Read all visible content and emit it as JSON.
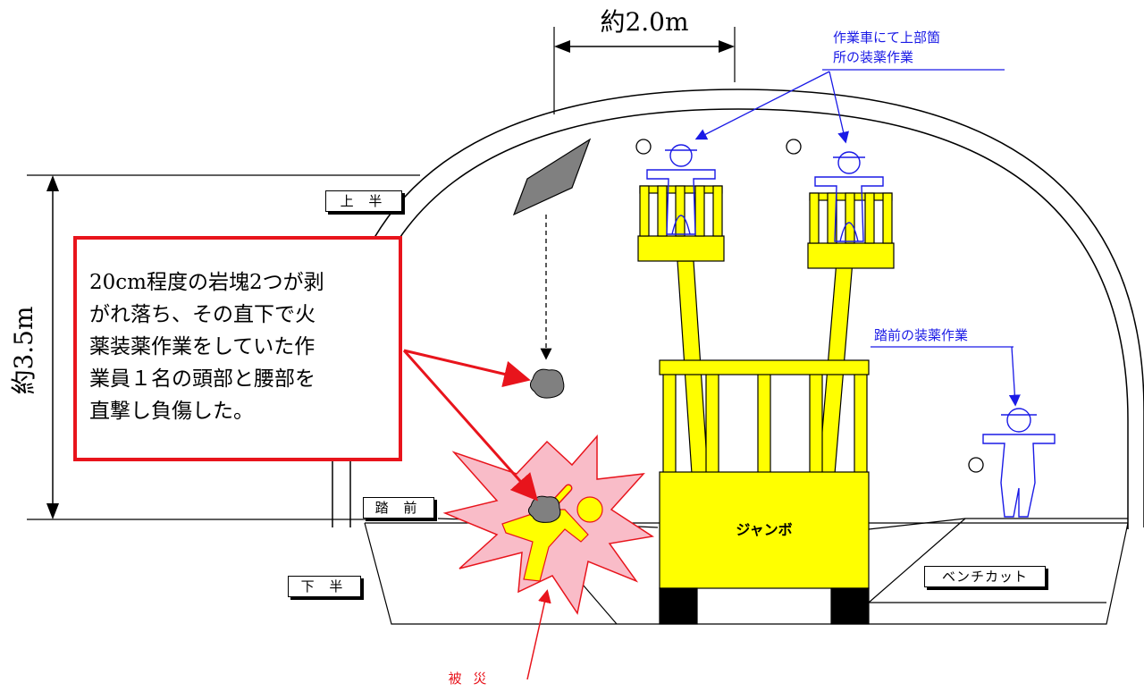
{
  "dimensions": {
    "width_label": "約2.0m",
    "height_label": "約3.5m"
  },
  "sections": {
    "upper": "上 半",
    "bench": "踏 前",
    "lower": "下 半"
  },
  "machine": {
    "name": "ジャンボ"
  },
  "bench_cut": "ベンチカット",
  "notes": {
    "upper_work": [
      "作業車にて上部箇",
      "所の装薬作業"
    ],
    "bench_work": "踏前の装薬作業",
    "incident": "被 災"
  },
  "callout": {
    "lines": [
      "20cm程度の岩塊2つが剥",
      "がれ落ち、その直下で火",
      "薬装薬作業をしていた作",
      "業員１名の頭部と腰部を",
      "直撃し負傷した。"
    ]
  },
  "colors": {
    "accent_red": "#e8141c",
    "note_blue": "#1a1ae6",
    "machine_yellow": "#ffff00",
    "rock_gray": "#808080",
    "burst_pink": "#f9bcc8"
  }
}
